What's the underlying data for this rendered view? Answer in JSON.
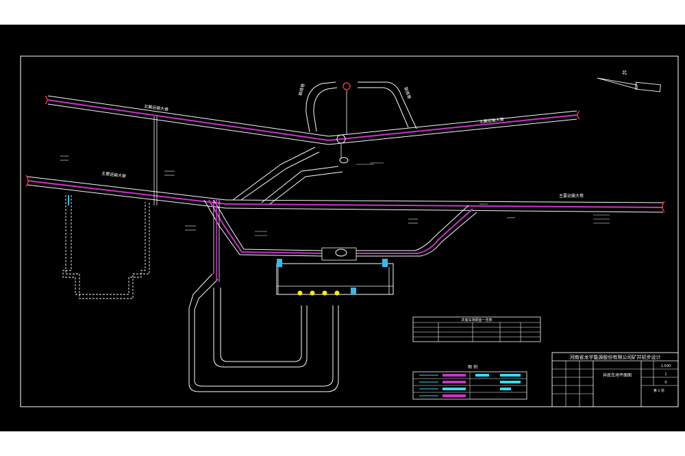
{
  "drawing": {
    "title_main": "河南省龙宇能源股份有限公司矿井初步设计",
    "title_sub": "井底车场平面图",
    "scale_value": "1:500",
    "sheet_value": "1",
    "revision_value": "0",
    "sheet_count_label": "第 1 张"
  },
  "labels": {
    "roadway_northwest": "北翼运输大巷",
    "roadway_northeast": "北翼运输大巷",
    "roadway_main_west": "主要运输大巷",
    "roadway_main_east": "主要运输大巷",
    "ramp_left": "联络巷",
    "ramp_right": "联络巷",
    "north_arrow": "北"
  },
  "legend": {
    "title": "图 例"
  },
  "table": {
    "title": "井底车场硐室一览表"
  },
  "colors": {
    "background": "#000000",
    "frame": "#ffffff",
    "roadway_centerline": "#cc33cc",
    "wall": "#ffffff",
    "blue_marker": "#33bbee",
    "yellow_marker": "#ffee00",
    "red_marker": "#ee3344",
    "legend_cyan": "#33ddff"
  }
}
